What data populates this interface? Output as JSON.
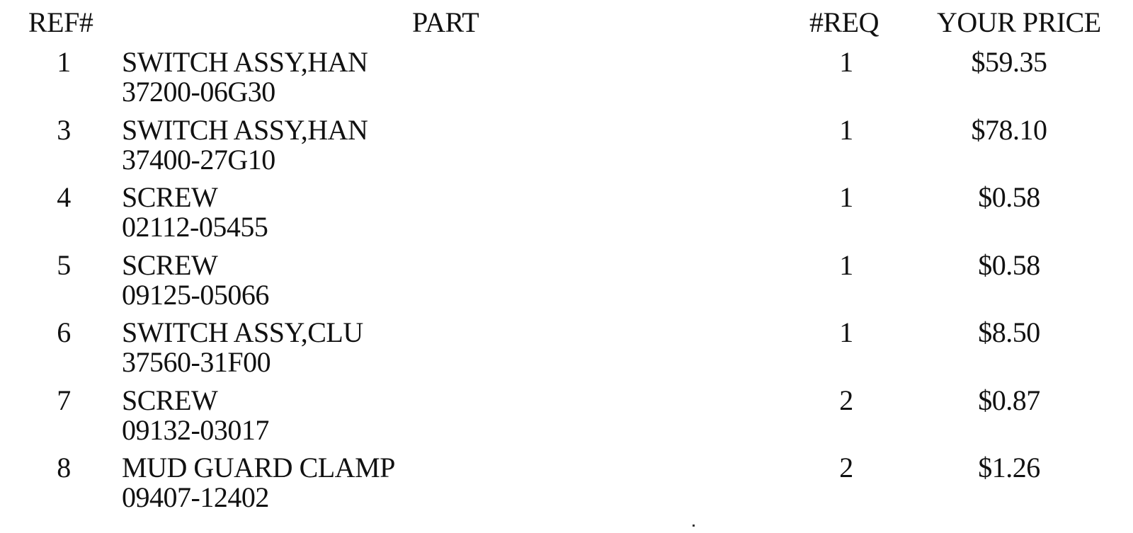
{
  "table": {
    "headers": {
      "ref": "REF#",
      "part": "PART",
      "req": "#REQ",
      "price": "YOUR PRICE"
    },
    "rows": [
      {
        "ref": "1",
        "name": "SWITCH ASSY,HAN",
        "part_number": "37200-06G30",
        "req": "1",
        "price": "$59.35"
      },
      {
        "ref": "3",
        "name": "SWITCH ASSY,HAN",
        "part_number": "37400-27G10",
        "req": "1",
        "price": "$78.10"
      },
      {
        "ref": "4",
        "name": "SCREW",
        "part_number": "02112-05455",
        "req": "1",
        "price": "$0.58"
      },
      {
        "ref": "5",
        "name": "SCREW",
        "part_number": "09125-05066",
        "req": "1",
        "price": "$0.58"
      },
      {
        "ref": "6",
        "name": "SWITCH ASSY,CLU",
        "part_number": "37560-31F00",
        "req": "1",
        "price": "$8.50"
      },
      {
        "ref": "7",
        "name": "SCREW",
        "part_number": "09132-03017",
        "req": "2",
        "price": "$0.87"
      },
      {
        "ref": "8",
        "name": "MUD GUARD CLAMP",
        "part_number": "09407-12402",
        "req": "2",
        "price": "$1.26"
      }
    ]
  }
}
